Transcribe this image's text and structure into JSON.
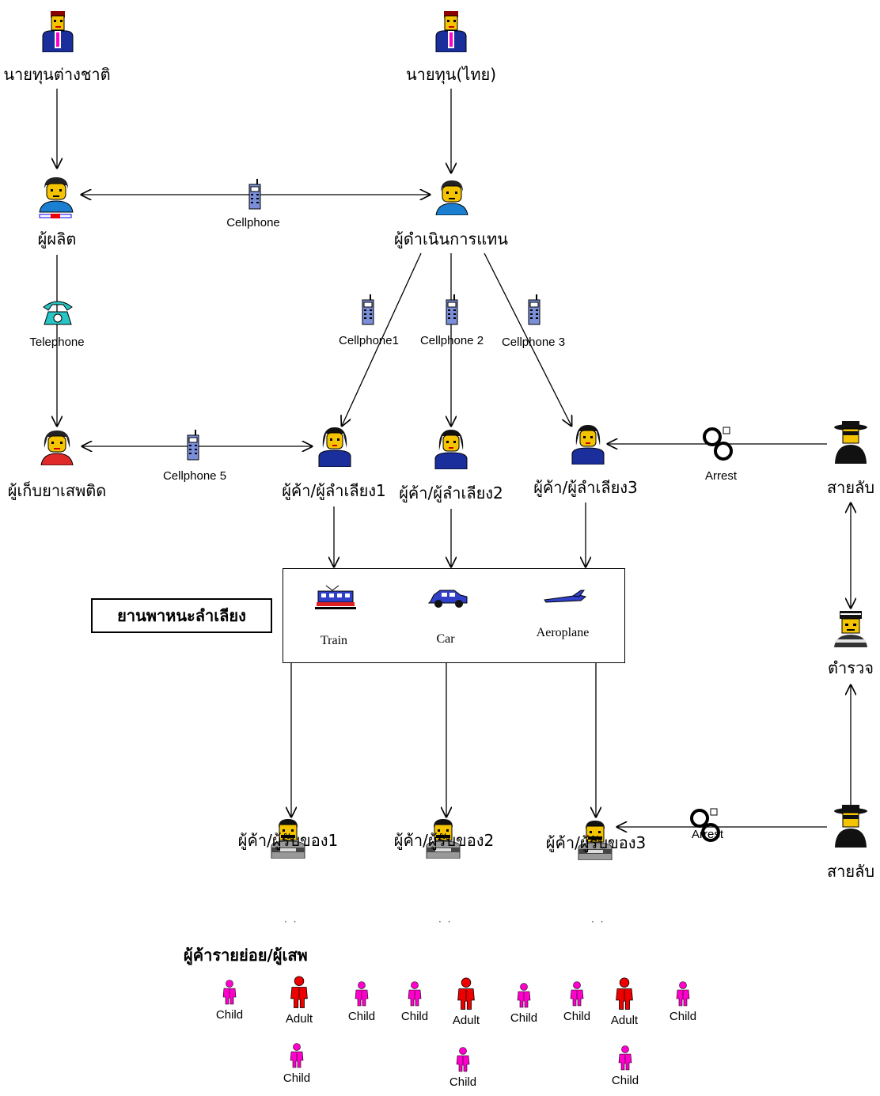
{
  "nodes": {
    "foreign_investor": "นายทุนต่างชาติ",
    "thai_investor": "นายทุน(ไทย)",
    "producer": "ผู้ผลิต",
    "operator": "ผู้ดำเนินการแทน",
    "keeper": "ผู้เก็บยาเสพติด",
    "dealer1": "ผู้ค้า/ผู้ลำเลียง1",
    "dealer2": "ผู้ค้า/ผู้ลำเลียง2",
    "dealer3": "ผู้ค้า/ผู้ลำเลียง3",
    "informant_top": "สายลับ",
    "police": "ตำรวจ",
    "informant_bottom": "สายลับ",
    "receiver1": "ผู้ค้า/ผู้รับของ1",
    "receiver2": "ผู้ค้า/ผู้รับของ2",
    "receiver3": "ผู้ค้า/ผู้รับของ3"
  },
  "links": {
    "cellphone": "Cellphone",
    "telephone": "Telephone",
    "cellphone1": "Cellphone1",
    "cellphone2": "Cellphone 2",
    "cellphone3": "Cellphone 3",
    "cellphone5": "Cellphone 5",
    "arrest_top": "Arrest",
    "arrest_bottom": "Arrest"
  },
  "vehicles": {
    "title": "ยานพาหนะลำเลียง",
    "train": "Train",
    "car": "Car",
    "aeroplane": "Aeroplane"
  },
  "retail": {
    "title": "ผู้ค้ารายย่อย/ผู้เสพ",
    "people": [
      {
        "label": "Child",
        "kind": "child"
      },
      {
        "label": "Adult",
        "kind": "adult"
      },
      {
        "label": "Child",
        "kind": "child"
      },
      {
        "label": "Child",
        "kind": "child"
      },
      {
        "label": "Adult",
        "kind": "adult"
      },
      {
        "label": "Child",
        "kind": "child"
      },
      {
        "label": "Child",
        "kind": "child"
      },
      {
        "label": "Adult",
        "kind": "adult"
      },
      {
        "label": "Child",
        "kind": "child"
      },
      {
        "label": "Child",
        "kind": "child"
      },
      {
        "label": "Child",
        "kind": "child"
      },
      {
        "label": "Child",
        "kind": "child"
      }
    ]
  },
  "colors": {
    "child": "#ff00cc",
    "adult": "#ee0000",
    "suit": "#1a2f9c",
    "skin": "#f5c400"
  }
}
